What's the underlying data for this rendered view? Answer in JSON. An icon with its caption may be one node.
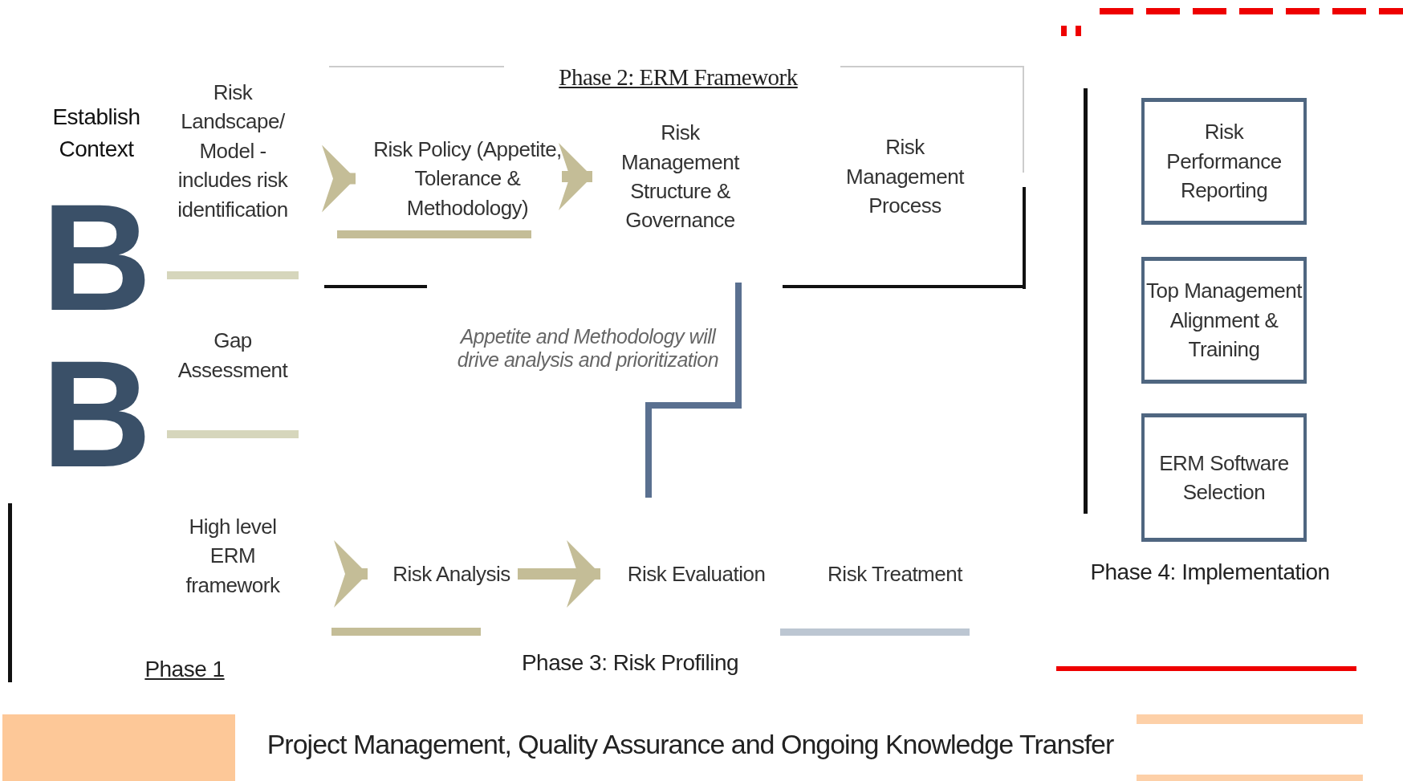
{
  "diagram": {
    "nodes": [
      {
        "text": [
          "Establish Context"
        ]
      },
      {
        "text": [
          "Risk Landscape/ Model - includes risk identification"
        ]
      },
      {
        "text": [
          "Gap Assessment"
        ]
      },
      {
        "text": [
          "High level ERM framework"
        ]
      },
      {
        "text": [
          "Risk Policy (Appetite, Tolerance & Methodology)"
        ]
      },
      {
        "text": [
          "Risk Management Structure & Governance"
        ]
      },
      {
        "text": [
          "Risk Management Process"
        ]
      },
      {
        "text": [
          "Risk Analysis"
        ]
      },
      {
        "text": [
          "Risk Evaluation"
        ]
      },
      {
        "text": [
          "Risk Treatment"
        ]
      },
      {
        "text": [
          "Risk Performance Reporting"
        ]
      },
      {
        "text": [
          "Top Management Alignment & Training"
        ]
      },
      {
        "text": [
          "ERM Software Selection"
        ]
      }
    ],
    "edges": [
      {
        "from": null,
        "to": 4,
        "arrow": "to"
      },
      {
        "from": 4,
        "to": 5,
        "arrow": "to"
      },
      {
        "from": null,
        "to": 7,
        "arrow": "to"
      },
      {
        "from": 7,
        "to": 8,
        "arrow": "to"
      }
    ],
    "labels": [
      "Phase 2: ERM Framework",
      "B",
      "Appetite and Methodology will drive analysis and prioritization",
      "B",
      "Phase 4: Implementation",
      "Phase 3: Risk Profiling",
      "Phase 1",
      "Project Management, Quality Assurance and Ongoing Knowledge Transfer"
    ]
  }
}
